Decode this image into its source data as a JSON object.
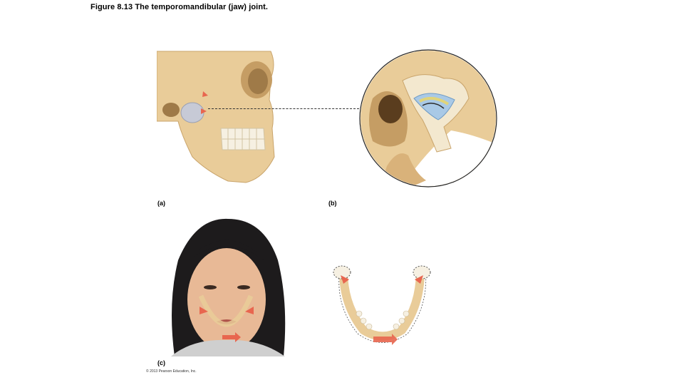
{
  "figure": {
    "caption": "Figure 8.13  The temporomandibular (jaw) joint."
  },
  "panels": {
    "a": {
      "label": "(a)"
    },
    "b": {
      "label": "(b)"
    },
    "c": {
      "label": "(c)"
    }
  },
  "credit": "© 2013 Pearson Education, Inc.",
  "colors": {
    "bone": "#e9cc99",
    "bone_dark": "#c9a46b",
    "cartilage": "#a9c9e6",
    "arrow": "#e8664f",
    "hair": "#1d1b1c",
    "skin": "#e8b996"
  }
}
